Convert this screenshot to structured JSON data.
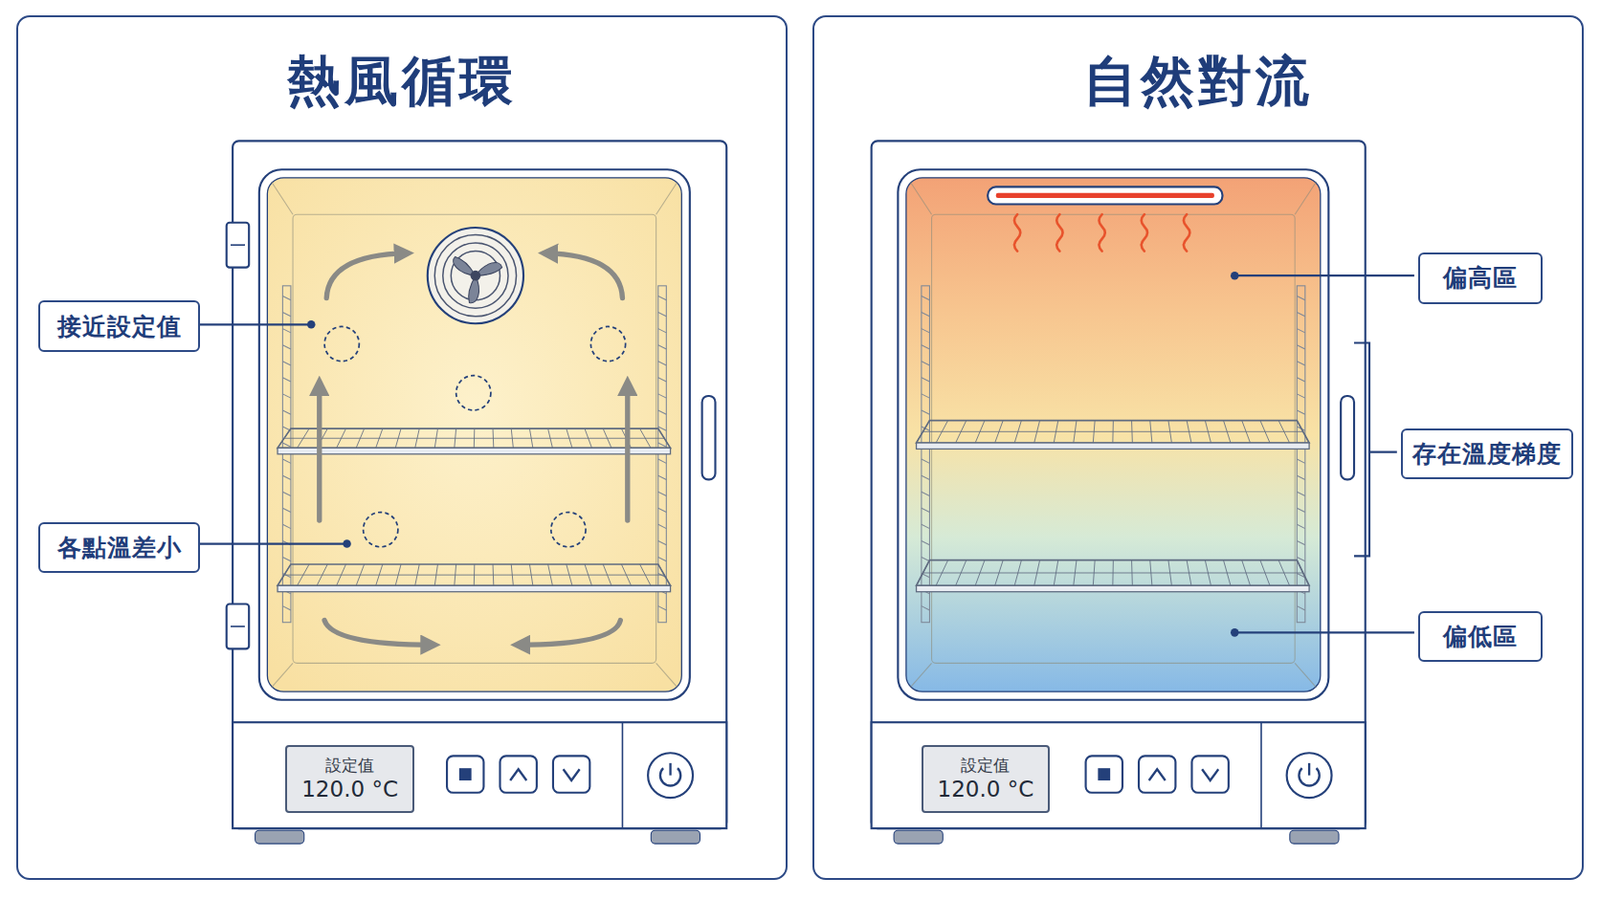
{
  "diagram": {
    "nodes": [
      {
        "text": [
          "熱風循環"
        ]
      },
      {
        "text": [
          "接近設定值"
        ],
        "in": 0
      },
      {
        "text": [
          "各點溫差小"
        ],
        "in": 0
      },
      {
        "text": [
          "設定值",
          "120.0 °C"
        ],
        "in": 0
      },
      {
        "text": [
          "自然對流"
        ]
      },
      {
        "text": [
          "偏高區"
        ],
        "in": 4
      },
      {
        "text": [
          "存在溫度梯度"
        ],
        "in": 4
      },
      {
        "text": [
          "偏低區"
        ],
        "in": 4
      },
      {
        "text": [
          "設定值",
          "120.0 °C"
        ],
        "in": 4
      }
    ],
    "edges": []
  }
}
